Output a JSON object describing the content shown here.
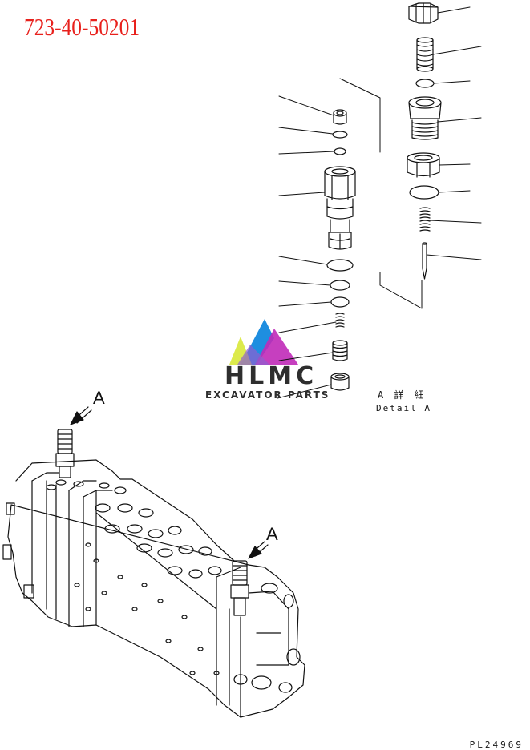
{
  "header": {
    "part_number": "723-40-50201"
  },
  "detail": {
    "label_jp": "A 詳 細",
    "label_en": "Detail A"
  },
  "callouts": {
    "view_a_top": "A",
    "view_a_right": "A"
  },
  "footer": {
    "drawing_code": "PL24969"
  },
  "watermark": {
    "brand": "HLMC",
    "tagline": "EXCAVATOR PARTS"
  },
  "colors": {
    "part_number": "#e8201c",
    "ink": "#111111",
    "logo_blue": "#1e8ee0",
    "logo_magenta": "#c02ab8",
    "logo_yellow": "#d8e838"
  }
}
